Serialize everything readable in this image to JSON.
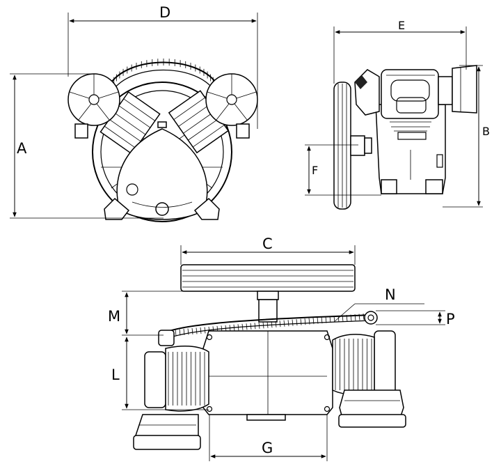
{
  "labels": {
    "A": "A",
    "B": "B",
    "C": "C",
    "D": "D",
    "E": "E",
    "F": "F",
    "G": "G",
    "L": "L",
    "M": "M",
    "N": "N",
    "P": "P"
  }
}
